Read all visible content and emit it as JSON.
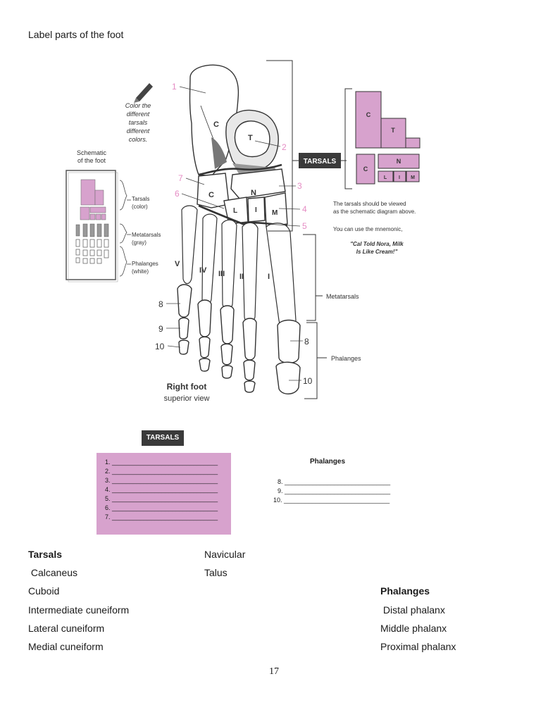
{
  "page": {
    "heading": "Label parts of the foot",
    "page_number": "17"
  },
  "figure": {
    "caption_title": "Right foot",
    "caption_sub": "superior view",
    "pencil_note": [
      "Color the",
      "different",
      "tarsals",
      "different",
      "colors."
    ],
    "schematic_title": [
      "Schematic",
      "of the foot"
    ],
    "schematic_legend": {
      "tarsals": [
        "Tarsals",
        "(color)"
      ],
      "metatarsals": [
        "Metatarsals",
        "(gray)"
      ],
      "phalanges": [
        "Phalanges",
        "(white)"
      ]
    },
    "bone_letters": {
      "C_calc": "C",
      "T": "T",
      "C_cub": "C",
      "N": "N",
      "L": "L",
      "I": "I",
      "M": "M"
    },
    "roman_numerals": [
      "V",
      "IV",
      "III",
      "II",
      "I"
    ],
    "numbers": [
      "1",
      "2",
      "3",
      "4",
      "5",
      "6",
      "7",
      "8",
      "9",
      "10",
      "8",
      "10"
    ],
    "tarsals_tag": "TARSALS",
    "schematic_right_letters": {
      "C1": "C",
      "T": "T",
      "C2": "C",
      "N": "N",
      "L": "L",
      "I": "I",
      "M": "M"
    },
    "note_lines": [
      "The tarsals should be viewed",
      "as the schematic diagram above."
    ],
    "mnemonic_intro": "You can use the mnemonic,",
    "mnemonic": [
      "\"Cal Told Nora, Milk",
      "Is Like Cream!\""
    ],
    "metatarsals_label": "Metatarsals",
    "phalanges_label": "Phalanges"
  },
  "answer_section": {
    "tarsals_tag": "TARSALS",
    "tarsal_lines": [
      "1. ______________________________",
      "2. ______________________________",
      "3. ______________________________",
      "4. ______________________________",
      "5. ______________________________",
      "6. ______________________________",
      "7. ______________________________"
    ],
    "phalanges_title": "Phalanges",
    "phalanx_lines": [
      "8. ______________________________",
      "9. ______________________________",
      "10. ______________________________"
    ]
  },
  "word_bank": {
    "tarsals_title": "Tarsals",
    "col1": [
      " Calcaneus",
      "Cuboid",
      "Intermediate cuneiform",
      "Lateral cuneiform",
      "Medial cuneiform"
    ],
    "col2": [
      "Navicular",
      "Talus"
    ],
    "phalanges_title": "Phalanges",
    "col3": [
      " Distal phalanx",
      "Middle phalanx",
      "Proximal phalanx"
    ]
  },
  "colors": {
    "accent_pink": "#d7a2cd",
    "label_pink": "#e58cc4",
    "tag_dark": "#3a3a3a"
  }
}
